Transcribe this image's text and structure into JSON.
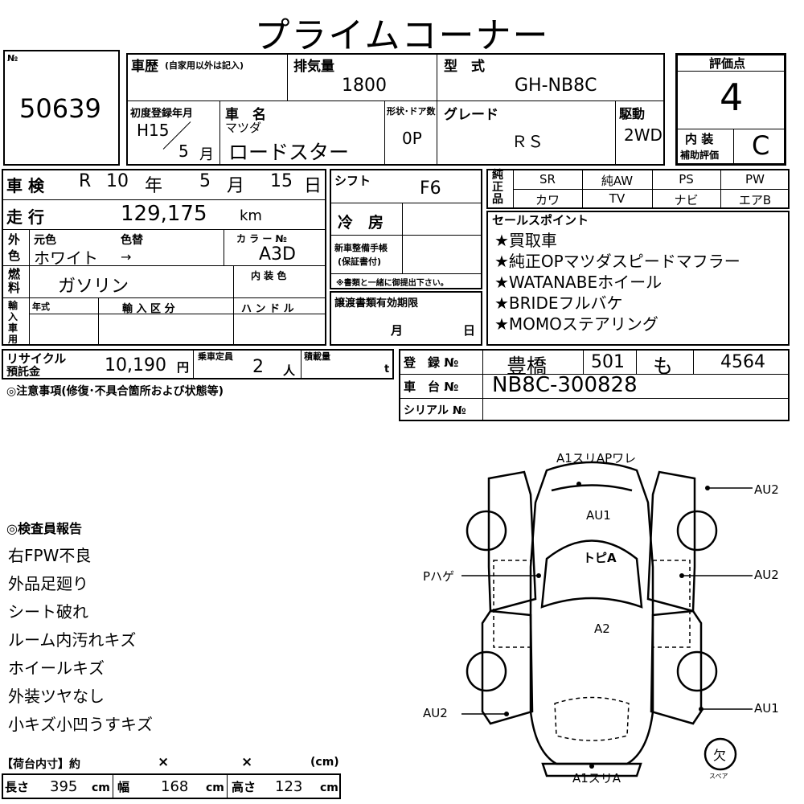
{
  "title": "プライムコーナー",
  "lot": {
    "label": "№",
    "number": "50639"
  },
  "history": {
    "label": "車歴",
    "note": "(自家用以外は記入)"
  },
  "displacement": {
    "label": "排気量",
    "value": "1800"
  },
  "model": {
    "label": "型　式",
    "value": "GH-NB8C"
  },
  "score": {
    "label": "評価点",
    "value": "4",
    "interior_label": "内 装",
    "interior_sub": "補助評価",
    "interior_value": "C"
  },
  "first_reg": {
    "label": "初度登録年月",
    "era": "H15",
    "month": "5",
    "month_unit": "月"
  },
  "car_name": {
    "label": "車　名",
    "maker": "マツダ",
    "name": "ロードスター"
  },
  "doors": {
    "label": "形状･ドア数",
    "value": "0P"
  },
  "grade": {
    "label": "グレード",
    "value": "ＲＳ"
  },
  "drive": {
    "label": "駆動",
    "value": "2WD"
  },
  "inspection": {
    "label": "車 検",
    "era": "R",
    "year": "10",
    "year_unit": "年",
    "month": "5",
    "month_unit": "月",
    "day": "15",
    "day_unit": "日"
  },
  "shift": {
    "label": "シフト",
    "value": "F6"
  },
  "equipment": {
    "label": "純正品",
    "top": [
      "SR",
      "純AW",
      "PS",
      "PW"
    ],
    "bottom": [
      "カワ",
      "TV",
      "ナビ",
      "エアB"
    ]
  },
  "mileage": {
    "label": "走 行",
    "value": "129,175",
    "unit": "km"
  },
  "aircon": {
    "label": "冷　房"
  },
  "sales_points": {
    "label": "セールスポイント",
    "items": [
      "★買取車",
      "★純正OPマツダスピードマフラー",
      "★WATANABEホイール",
      "★BRIDEフルバケ",
      "★MOMOステアリング"
    ]
  },
  "color": {
    "label": "外色",
    "orig_label": "元色",
    "change_label": "色替",
    "value": "ホワイト",
    "arrow": "→",
    "code_label": "カ ラ ー №",
    "code": "A3D"
  },
  "maintenance": {
    "label": "新車整備手帳",
    "sub": "(保証書付)",
    "note": "※書類と一緒に御提出下さい。"
  },
  "fuel": {
    "label": "燃料",
    "value": "ガソリン",
    "interior_color_label": "内 装 色"
  },
  "import": {
    "label": "輸入車用",
    "year_label": "年式",
    "class_label": "輸 入 区 分",
    "handle_label": "ハ ン ド ル"
  },
  "transfer": {
    "label": "譲渡書類有効期限",
    "month_unit": "月",
    "day_unit": "日"
  },
  "recycle": {
    "label": "リサイクル",
    "sub": "預託金",
    "value": "10,190",
    "unit": "円"
  },
  "capacity": {
    "label": "乗車定員",
    "value": "2",
    "unit": "人"
  },
  "load": {
    "label": "積載量",
    "unit": "t"
  },
  "registration": {
    "label": "登　録 №",
    "place": "豊橋",
    "class": "501",
    "kana": "も",
    "number": "4564"
  },
  "chassis": {
    "label": "車　台 №",
    "value": "NB8C-300828"
  },
  "serial": {
    "label": "シリアル №"
  },
  "caution": "◎注意事項(修復･不具合箇所および状態等)",
  "inspector": {
    "label": "◎検査員報告",
    "items": [
      "右FPW不良",
      "外品足廻り",
      "シート破れ",
      "ルーム内汚れキズ",
      "ホイールキズ",
      "外装ツヤなし",
      "小キズ小凹うすキズ"
    ]
  },
  "cargo": {
    "label": "【荷台内寸】約",
    "x1": "×",
    "x2": "×",
    "unit_cm": "(cm)",
    "length_label": "長さ",
    "length": "395",
    "width_label": "幅",
    "width": "168",
    "height_label": "高さ",
    "height": "123",
    "unit": "cm"
  },
  "diagram": {
    "top": "A1スリAPワレ",
    "bottom": "A1スリA",
    "hood": "AU1",
    "roof": "トピA",
    "cabin": "A2",
    "left_mid": "Pハゲ",
    "left_bottom": "AU2",
    "right_top": "AU2",
    "right_mid": "AU2",
    "right_bottom": "AU1",
    "spare": "欠",
    "spare_sub": "スペア"
  }
}
